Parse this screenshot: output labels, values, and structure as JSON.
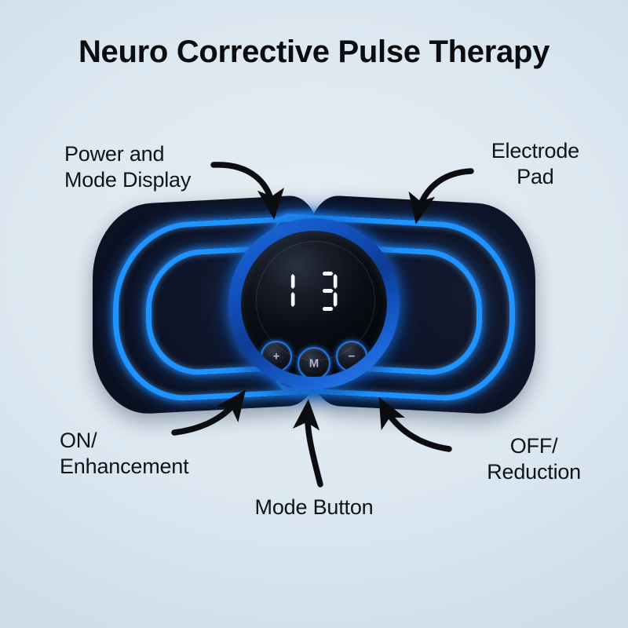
{
  "page": {
    "title": "Neuro Corrective Pulse Therapy",
    "background_top_color": "#bfd6e5",
    "background_bottom_color": "#ccdae8"
  },
  "callouts": [
    {
      "id": "power-mode-display",
      "text": "Power and\nMode Display",
      "arrow": "curved-arrow-down-right"
    },
    {
      "id": "electrode-pad",
      "text": "Electrode\nPad",
      "arrow": "curved-arrow-down-left"
    },
    {
      "id": "on-enhancement",
      "text": "ON/\nEnhancement",
      "arrow": "curved-arrow-up-right"
    },
    {
      "id": "off-reduction",
      "text": "OFF/\nReduction",
      "arrow": "curved-arrow-up-left"
    },
    {
      "id": "mode-button",
      "text": "Mode Button",
      "arrow": "curved-arrow-up"
    }
  ],
  "device": {
    "name": "EMS neck massager",
    "body_color": "#0d1326",
    "glow_color": "#1f93ff",
    "dial_ring_color": "#1a6fe0",
    "display": {
      "value": "13",
      "digits": [
        "1",
        "3"
      ],
      "style": "7-segment",
      "color": "#f3f7ff"
    },
    "buttons": [
      {
        "id": "power-up-button",
        "glyph": "+",
        "icon": "plus-icon",
        "function": "ON / Enhancement"
      },
      {
        "id": "mode-button",
        "glyph": "M",
        "icon": "mode-icon",
        "function": "Mode"
      },
      {
        "id": "power-down-button",
        "glyph": "−",
        "icon": "minus-icon",
        "function": "OFF / Reduction"
      }
    ],
    "electrode_pads": [
      {
        "id": "left-electrode-pad",
        "traces": 2
      },
      {
        "id": "right-electrode-pad",
        "traces": 2
      }
    ]
  }
}
